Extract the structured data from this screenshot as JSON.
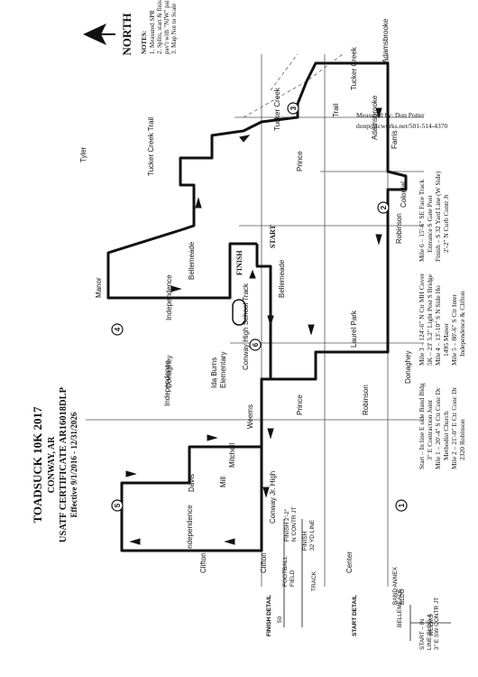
{
  "map": {
    "title": "TOADSUCK 10K 2017",
    "location": "CONWAY, AR",
    "certificate": "USATF CERTIFICATE AR16018DLP",
    "effective": "Effective 9/1/2016 - 12/31/2026",
    "measured_by": "Measured by: Don Potter",
    "contact": "donp@tcworks.net/501-514-4370",
    "north": "NORTH",
    "notes_heading": "NOTES:",
    "notes": [
      "1.  Measured SPR",
      "2.  Splits, start & finish marked in",
      "     pav't with \"NJW\" painted white.",
      "3.  Map Not to Scale"
    ],
    "start_label": "START",
    "finish_label": "FINISH",
    "streets": {
      "tyler": "Tyler",
      "manor": "Manor",
      "independence_1": "Independence",
      "independence_2": "Independence",
      "independence_3": "Independence",
      "davis": "Davis",
      "clifton_1": "Clifton",
      "clifton_2": "Clifton",
      "center": "Center",
      "mill": "Mill",
      "conway_jr_high": "Conway Jr. High",
      "mitchell": "Mitchell",
      "weems": "Weems",
      "prince_1": "Prince",
      "prince_2": "Prince",
      "robinson_1": "Robinson",
      "robinson_2": "Robinson",
      "donaghey_1": "Donaghey",
      "donaghey_2": "Donaghey",
      "ida_burns": "Ida Burns",
      "elementary": "Elementary",
      "school_track": "Conway High School Track",
      "laurel_park": "Laurel Park",
      "bellemeade_1": "Bellemeade",
      "bellemeade_2": "Bellemeade",
      "colonial": "Colonial",
      "farris": "Farris",
      "adamsbrooke_1": "Adamsbrooke",
      "adamsbrooke_2": "Adamsbrooke",
      "tucker_creek_trail": "Tucker Creek Trail",
      "tucker_creek_1": "Tucker Creek",
      "tucker_creek_2": "Tucker Creek",
      "trail": "Trail"
    },
    "mile_markers": [
      "1",
      "2",
      "3",
      "4",
      "5",
      "6"
    ],
    "legend": [
      "Start – In line E side Band Bldg",
      "3\" E Contraction Joint",
      "Mile 1 – 20'-4\" S Ctr Conc Dr",
      "Methodist Church",
      "Mile 2 – 21'-0\" E Ctr Conc Dr",
      "2320 Robinson",
      "Mile 3 – 124'-6\" N Ctr MH Cover",
      "5K – 23' 5.2\" Light Post S Bridge",
      "Mile 4 – 13'-10\" S N Side Ho",
      "1495 Manor",
      "Mile 5 – 80'-6\" S Ctr Inter",
      "Independence & Clifton",
      "Mile 6 – 15'-6\" SE Face Track",
      "Entrance S Gate Post",
      "Finish – S 32 Yard Line (W Side)",
      "2'-2\" N Curb Contr Jt"
    ],
    "start_detail": {
      "heading": "START DETAIL",
      "weems": "WEEMS",
      "bellemeade": "BELLEMEADE",
      "start_in": "START – IN",
      "line_bldg": "LINE BLDG &",
      "contr_jt": "3\" E SW CONTR JT",
      "band_annex": "BAND ANNEX",
      "bldg": "BLDG"
    },
    "finish_detail": {
      "heading": "FINISH DETAIL",
      "football": "FOOTBALL",
      "field": "FIELD",
      "track": "TRACK",
      "finish": "FINISH",
      "yd_line": "32 YD LINE",
      "finish_22": "FINISH 2'-2\"",
      "n_contr": "N CONTR JT",
      "fifty": "50"
    }
  }
}
